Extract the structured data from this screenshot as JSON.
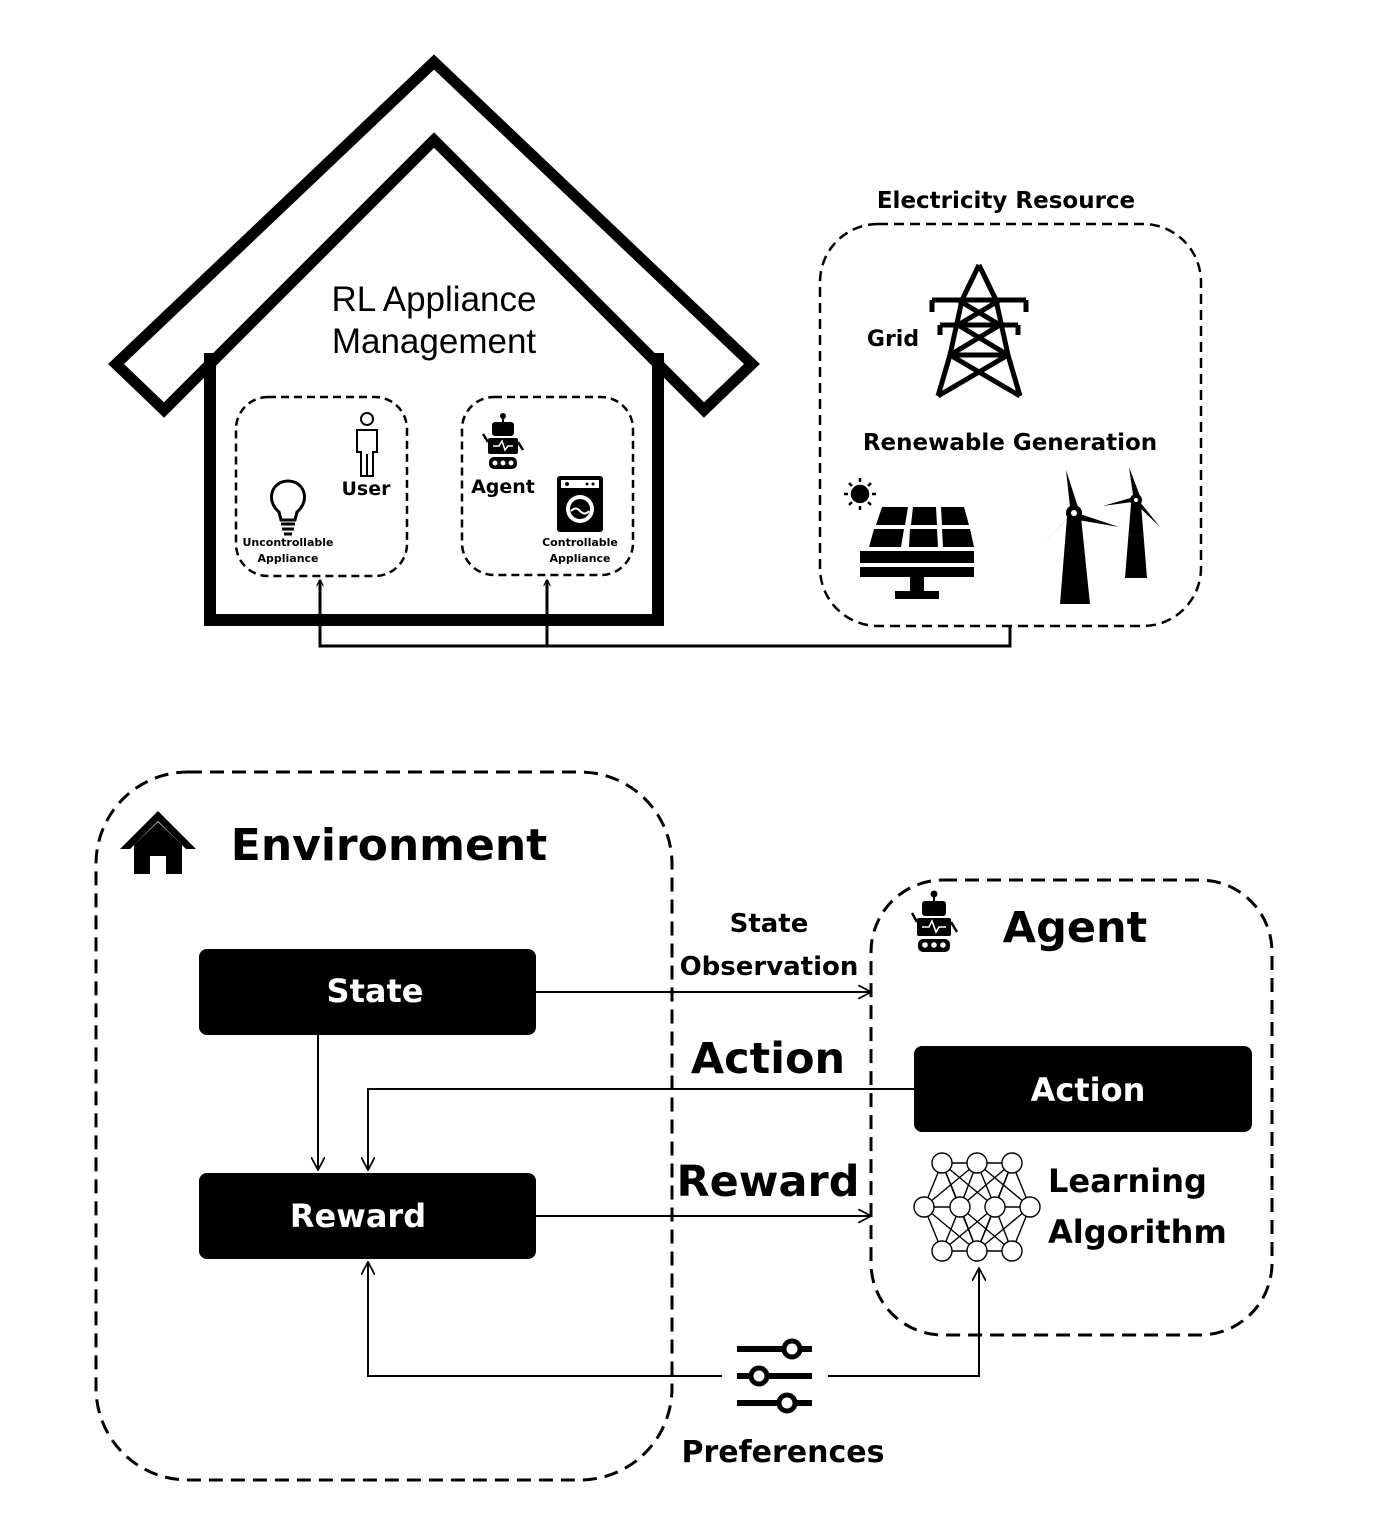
{
  "house": {
    "title_line1": "RL Appliance",
    "title_line2": "Management",
    "user_label": "User",
    "uncontrollable_line1": "Uncontrollable",
    "uncontrollable_line2": "Appliance",
    "agent_label": "Agent",
    "controllable_line1": "Controllable",
    "controllable_line2": "Appliance"
  },
  "electricity": {
    "title": "Electricity Resource",
    "grid_label": "Grid",
    "renewable_label": "Renewable Generation"
  },
  "environment": {
    "title": "Environment",
    "state_box": "State",
    "reward_box": "Reward"
  },
  "flows": {
    "state_observation_line1": "State",
    "state_observation_line2": "Observation",
    "action_label": "Action",
    "reward_label": "Reward",
    "preferences_label": "Preferences"
  },
  "agent": {
    "title": "Agent",
    "action_box": "Action",
    "learning_line1": "Learning",
    "learning_line2": "Algorithm"
  },
  "icons": [
    "house-icon",
    "robot-icon",
    "person-icon",
    "lightbulb-icon",
    "washing-machine-icon",
    "transmission-tower-icon",
    "sun-icon",
    "solar-panel-icon",
    "wind-turbine-icon",
    "neural-network-icon",
    "sliders-icon"
  ],
  "colors": {
    "ink": "#000000",
    "box_fill": "#000000",
    "box_text": "#ffffff",
    "background": "#ffffff"
  }
}
